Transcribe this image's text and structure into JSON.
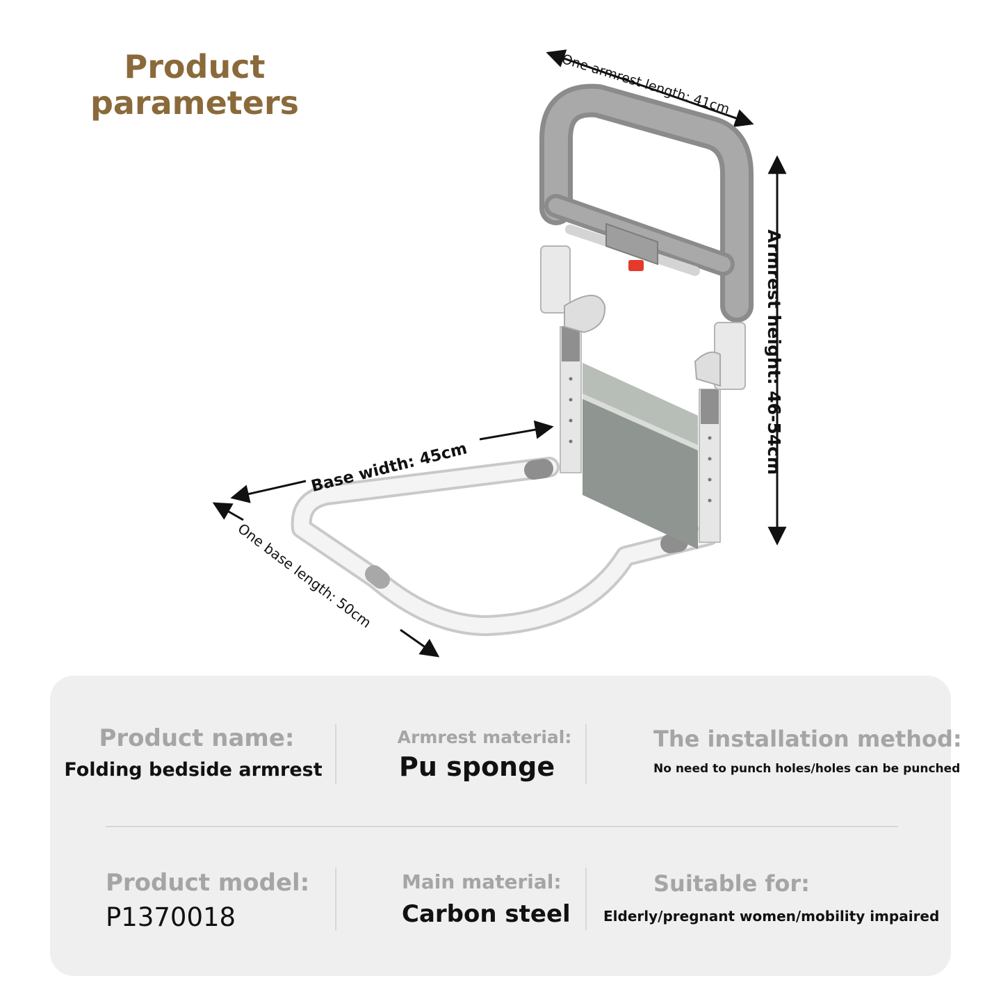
{
  "header": {
    "title_line1": "Product",
    "title_line2": "parameters"
  },
  "dimensions": {
    "armrest_length": "One armrest length: 41cm",
    "armrest_height": "Armrest height: 46-54cm",
    "base_width": "Base width: 45cm",
    "base_length": "One base length: 50cm"
  },
  "specs": {
    "product_name_label": "Product name:",
    "product_name_value": "Folding bedside armrest",
    "armrest_material_label": "Armrest material:",
    "armrest_material_value": "Pu sponge",
    "installation_label": "The installation method:",
    "installation_value": "No need to punch holes/holes can be punched",
    "product_model_label": "Product model:",
    "product_model_value": "P1370018",
    "main_material_label": "Main material:",
    "main_material_value": "Carbon steel",
    "suitable_label": "Suitable for:",
    "suitable_value": "Elderly/pregnant women/mobility impaired"
  },
  "colors": {
    "title": "#8a6a3b",
    "panel_bg": "#efefef",
    "label_gray": "#a5a5a5",
    "frame_gray": "#9a9a9a",
    "release_button": "#e53a2a"
  }
}
